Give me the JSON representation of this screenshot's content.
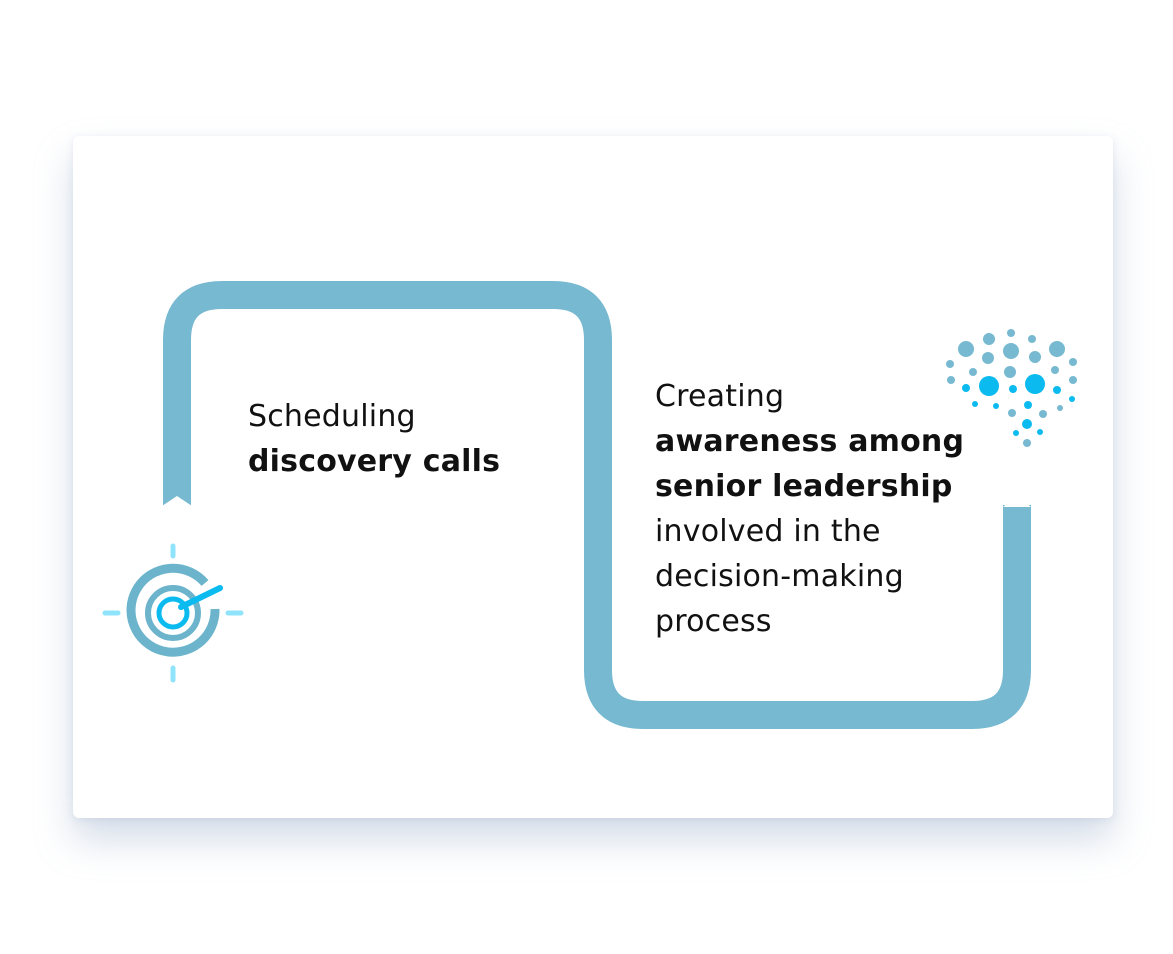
{
  "steps": [
    {
      "lines": [
        {
          "text": "Scheduling",
          "bold": false
        },
        {
          "text": "discovery calls",
          "bold": true
        }
      ],
      "icon": "target-icon"
    },
    {
      "lines": [
        {
          "text": "Creating",
          "bold": false
        },
        {
          "text": "awareness among",
          "bold": true
        },
        {
          "text": "senior leadership",
          "bold": true
        },
        {
          "text": "involved in the",
          "bold": false
        },
        {
          "text": "decision-making",
          "bold": false
        },
        {
          "text": "process",
          "bold": false
        }
      ],
      "icon": "brain-network-icon"
    }
  ],
  "colors": {
    "path": "#77B9D1",
    "accent": "#0BBBF0",
    "light_accent": "#8FE3FA",
    "muted": "#6CB4CC",
    "text": "#111111"
  }
}
